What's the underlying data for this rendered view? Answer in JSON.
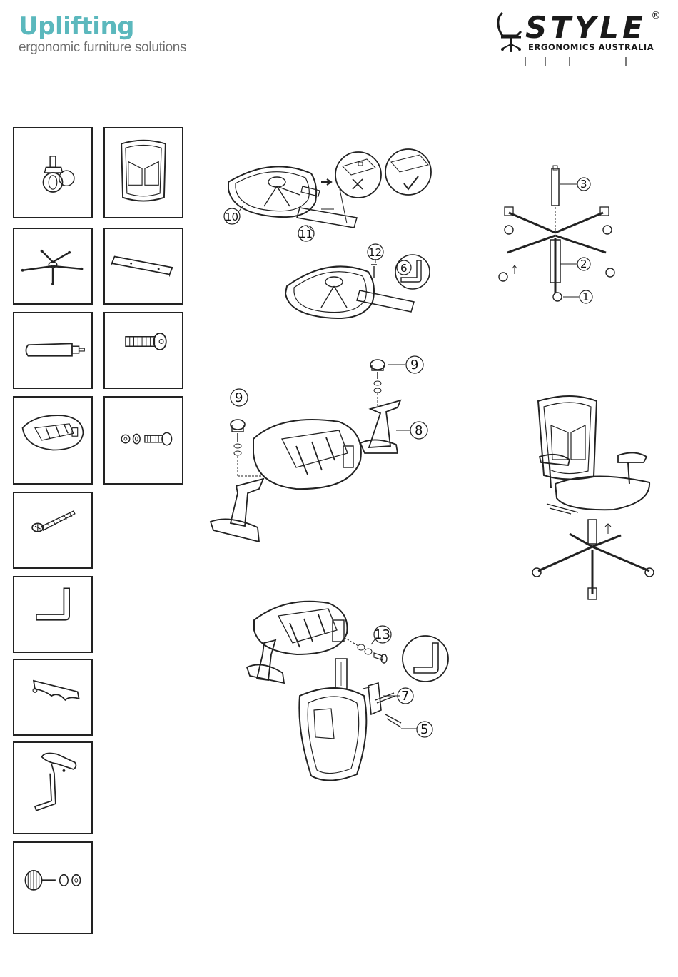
{
  "brand": {
    "name": "Uplifting",
    "tagline": "ergonomic furniture solutions"
  },
  "style_logo": {
    "wordmark": "STYLE",
    "registered": "®",
    "subtitle": "ERGONOMICS AUSTRALIA"
  },
  "callouts": {
    "c1": "1",
    "c2": "2",
    "c3": "3",
    "c5": "5",
    "c6": "6",
    "c7": "7",
    "c8": "8",
    "c9a": "9",
    "c9b": "9",
    "c10": "10",
    "c11": "11",
    "c12": "12",
    "c13": "13"
  },
  "parts_icons": [
    "caster-icon",
    "mesh-backrest-icon",
    "five-star-base-icon",
    "flat-bracket-plate-icon",
    "gas-lift-icon",
    "bolt-icon",
    "seat-mechanism-icon",
    "washer-bolt-set-icon",
    "wood-screw-icon",
    "allen-key-icon",
    "back-cover-icon",
    "armrest-icon",
    "knob-set-icon"
  ],
  "colors": {
    "brand_teal": "#5bb8bd",
    "line": "#222222"
  }
}
